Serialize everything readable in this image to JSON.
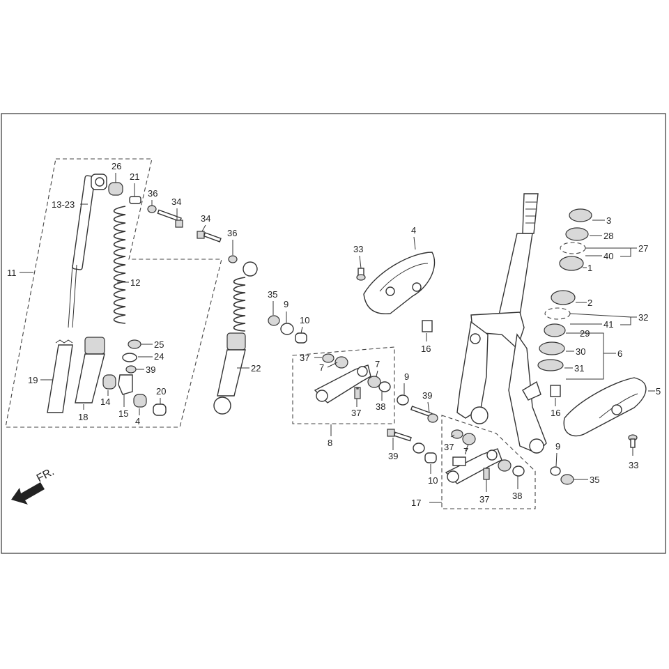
{
  "direction_label": "FR.",
  "callouts": [
    "1",
    "2",
    "3",
    "4",
    "4",
    "5",
    "6",
    "7",
    "7",
    "7",
    "8",
    "9",
    "9",
    "9",
    "10",
    "10",
    "11",
    "12",
    "13-23",
    "14",
    "15",
    "16",
    "16",
    "17",
    "18",
    "19",
    "20",
    "21",
    "22",
    "24",
    "25",
    "26",
    "27",
    "28",
    "29",
    "30",
    "31",
    "32",
    "33",
    "33",
    "34",
    "34",
    "35",
    "35",
    "36",
    "36",
    "37",
    "37",
    "37",
    "37",
    "38",
    "38",
    "39",
    "39",
    "39",
    "40",
    "41"
  ]
}
